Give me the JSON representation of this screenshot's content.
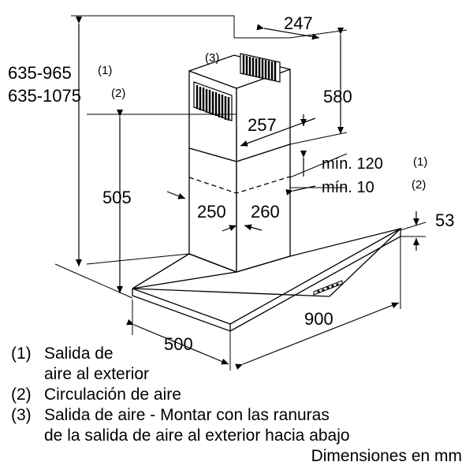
{
  "dimensions": {
    "height_1": "635-965",
    "height_1_ref": "(1)",
    "height_2": "635-1075",
    "height_2_ref": "(2)",
    "chimney_width": "247",
    "chimney_upper_height": "580",
    "chimney_depth_upper": "257",
    "min_120": "mín. 120",
    "min_120_ref": "(1)",
    "min_10": "mín. 10",
    "min_10_ref": "(2)",
    "lower_height": "505",
    "chimney_inner_250": "250",
    "chimney_inner_260": "260",
    "canopy_thickness": "53",
    "width_900": "900",
    "depth_500": "500",
    "outlet_ref": "(3)"
  },
  "legend": {
    "item1_num": "(1)",
    "item1_line1": "Salida de",
    "item1_line2": "aire al exterior",
    "item2_num": "(2)",
    "item2_line1": "Circulación de aire",
    "item3_num": "(3)",
    "item3_line1": "Salida de aire - Montar con las ranuras",
    "item3_line2": "de la salida de aire al exterior hacia abajo",
    "units": "Dimensiones en mm"
  }
}
